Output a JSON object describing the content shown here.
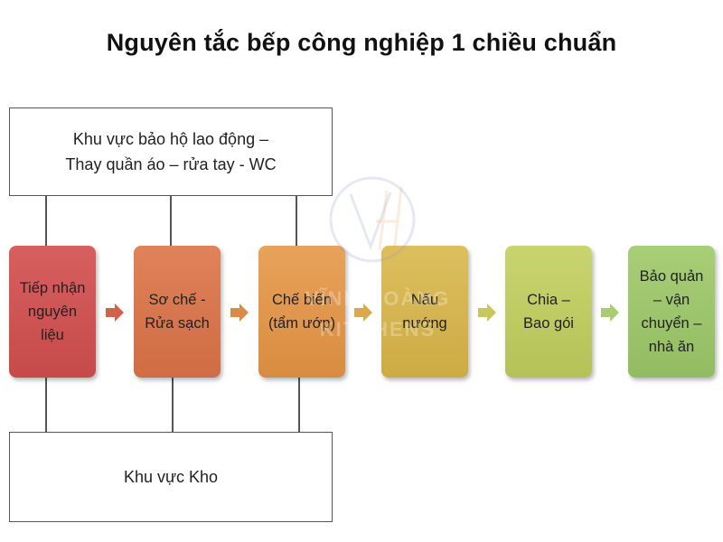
{
  "title": "Nguyên tắc bếp công nghiệp 1 chiều chuẩn",
  "top_box": {
    "line1": "Khu vực bảo hộ lao động –",
    "line2": "Thay quần áo – rửa tay - WC"
  },
  "bottom_box": {
    "label": "Khu vực Kho"
  },
  "steps": [
    {
      "label": "Tiếp nhận\nnguyên\nliệu",
      "color": "#cc5252"
    },
    {
      "label": "Sơ chế -\nRửa sạch",
      "color": "#d5744c"
    },
    {
      "label": "Chế biến\n(tẩm ướp)",
      "color": "#dd9448"
    },
    {
      "label": "Nấu\nnướng",
      "color": "#d3b34e"
    },
    {
      "label": "Chia –\nBao gói",
      "color": "#bfca62"
    },
    {
      "label": "Bảo quản\n– vận\nchuyển –\nnhà ăn",
      "color": "#9dc56c"
    }
  ],
  "arrow_colors": [
    "#d2614e",
    "#dc8a4a",
    "#d9a94c",
    "#c9c65e",
    "#a8cd70"
  ],
  "watermark": {
    "line1": "VĨNH HOÀNG",
    "line2": "KITCHENS",
    "logo_icon": "vh-logo-icon"
  }
}
